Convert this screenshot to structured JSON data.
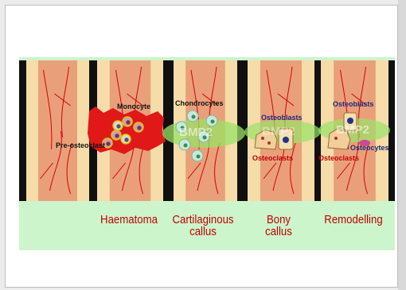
{
  "colors": {
    "background": "#ccf5cc",
    "bone_cortex": "#f6dca8",
    "marrow": "#e9a07a",
    "vessel": "#d40000",
    "fracture_gap": "#101010",
    "haematoma": "#e01818",
    "growth_factor_glow": "#99e266",
    "stage_label": "#c00000",
    "cell_label_navy": "#1b2a7a",
    "cell_label_red": "#c00000"
  },
  "stages": [
    {
      "name": "Haematoma",
      "lines": [
        "Haematoma"
      ]
    },
    {
      "name": "Cartilaginous callus",
      "lines": [
        "Cartilaginous",
        "callus"
      ]
    },
    {
      "name": "Bony callus",
      "lines": [
        "Bony",
        "callus"
      ]
    },
    {
      "name": "Remodelling",
      "lines": [
        "Remodelling"
      ]
    }
  ],
  "cell_labels": {
    "monocyte": "Monocyte",
    "pre_osteoclast": "Pre-osteoclast",
    "chondrocytes": "Chondrocytes",
    "osteoblasts_bony": "Osteoblasts",
    "osteoclasts_bony": "Osteoclasts",
    "osteoblasts_remodel": "Osteoblasts",
    "osteoclasts_remodel": "Osteoclasts",
    "osteocytes": "Osteocytes"
  },
  "growth_factor_labels": {
    "cartilaginous": "BMP2",
    "bony": "BMP2",
    "remodel": "BMP2"
  }
}
